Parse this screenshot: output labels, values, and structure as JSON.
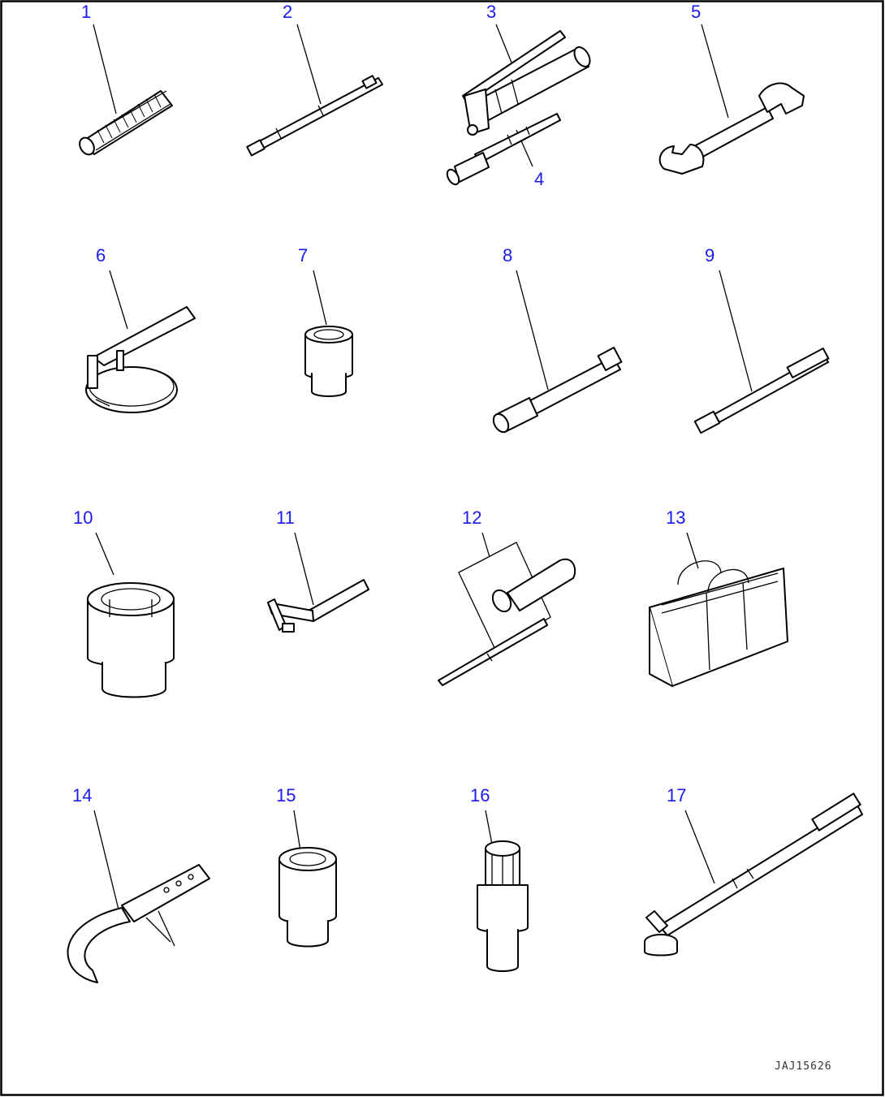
{
  "diagram": {
    "border_color": "#000000",
    "callout_color": "#1a1aee",
    "callouts": [
      "1",
      "2",
      "3",
      "4",
      "5",
      "6",
      "7",
      "8",
      "9",
      "10",
      "11",
      "12",
      "13",
      "14",
      "15",
      "16",
      "17"
    ],
    "doc_id": "JAJ15626"
  }
}
